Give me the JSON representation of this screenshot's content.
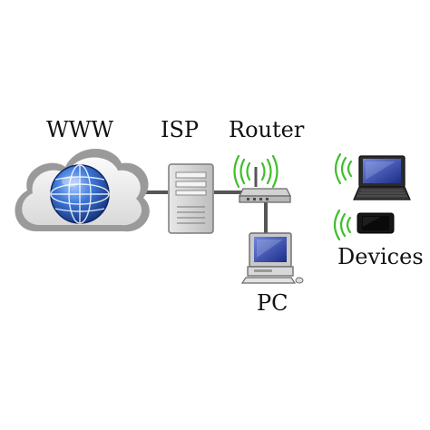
{
  "labels": {
    "www": "WWW",
    "isp": "ISP",
    "router": "Router",
    "devices": "Devices",
    "pc": "PC"
  },
  "icons": {
    "cloud": "cloud-icon",
    "globe": "globe-icon",
    "server": "server-tower-icon",
    "router": "wifi-router-icon",
    "pc": "desktop-computer-icon",
    "laptop": "laptop-icon",
    "tablet": "tablet-icon",
    "wireless": "wireless-signal-icon"
  },
  "colors": {
    "link": "#555555",
    "signal": "#3fbf2a",
    "globe": "#2b5fc2",
    "screen": "#2a3f9a"
  }
}
